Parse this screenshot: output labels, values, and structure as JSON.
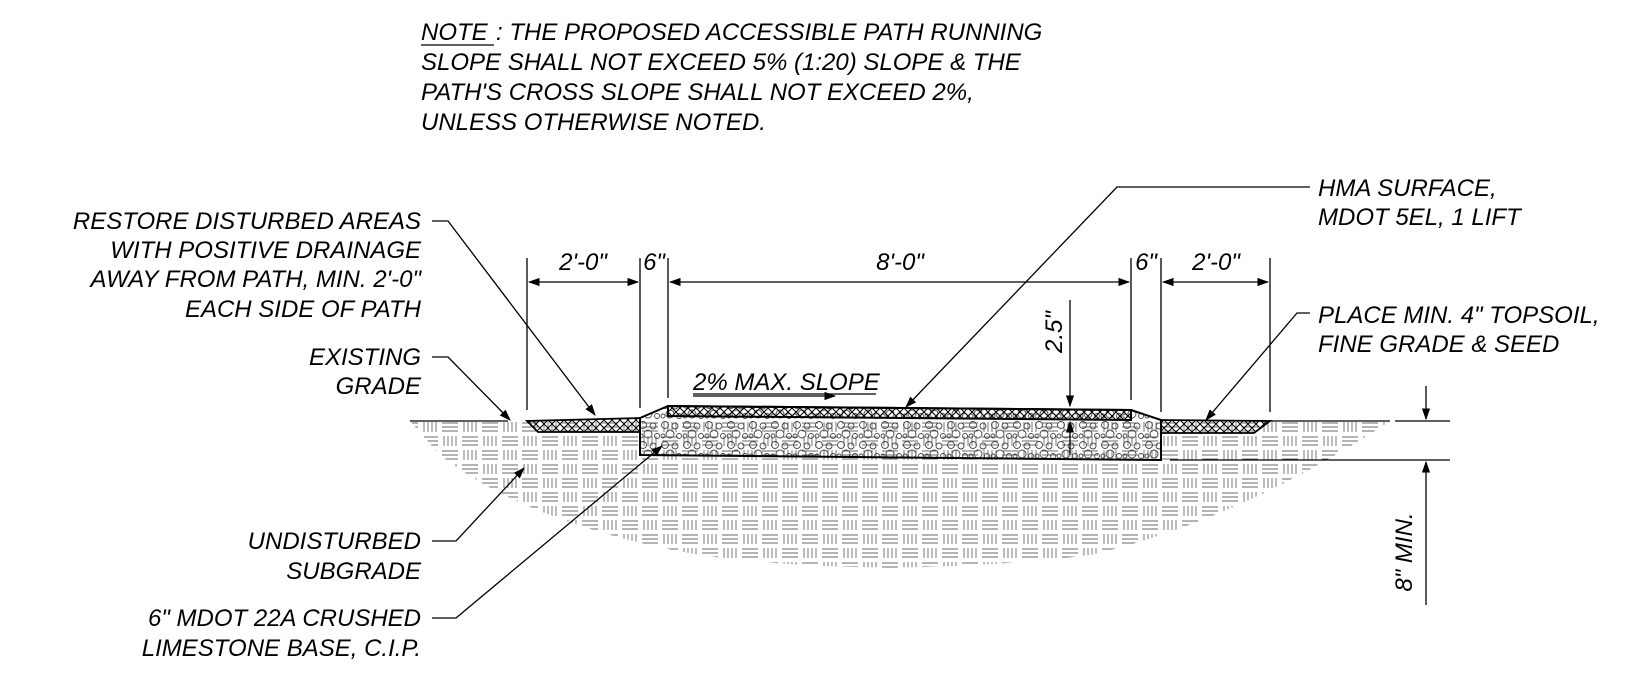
{
  "note": {
    "prefix": "NOTE",
    "line1": ": THE PROPOSED ACCESSIBLE PATH RUNNING",
    "line2": "SLOPE SHALL NOT EXCEED 5% (1:20) SLOPE & THE",
    "line3": "PATH'S CROSS SLOPE SHALL NOT EXCEED 2%,",
    "line4": "UNLESS OTHERWISE NOTED."
  },
  "labels": {
    "restore": [
      "RESTORE DISTURBED AREAS",
      "WITH POSITIVE DRAINAGE",
      "AWAY FROM PATH, MIN. 2'-0\"",
      "EACH SIDE OF PATH"
    ],
    "existing": [
      "EXISTING",
      "GRADE"
    ],
    "undisturbed": [
      "UNDISTURBED",
      "SUBGRADE"
    ],
    "base": [
      "6\" MDOT 22A CRUSHED",
      "LIMESTONE BASE, C.I.P."
    ],
    "hma": [
      "HMA SURFACE,",
      "MDOT 5EL, 1 LIFT"
    ],
    "topsoil": [
      "PLACE MIN. 4\" TOPSOIL,",
      "FINE GRADE & SEED"
    ]
  },
  "dimensions": {
    "left_shoulder": "2'-0\"",
    "left_edge": "6\"",
    "path_width": "8'-0\"",
    "right_edge": "6\"",
    "right_shoulder": "2'-0\"",
    "hma_thickness": "2.5\"",
    "base_depth": "8\" MIN.",
    "slope": "2% MAX. SLOPE"
  },
  "colors": {
    "ink": "#000000",
    "hatch": "#555555",
    "background": "#ffffff"
  }
}
